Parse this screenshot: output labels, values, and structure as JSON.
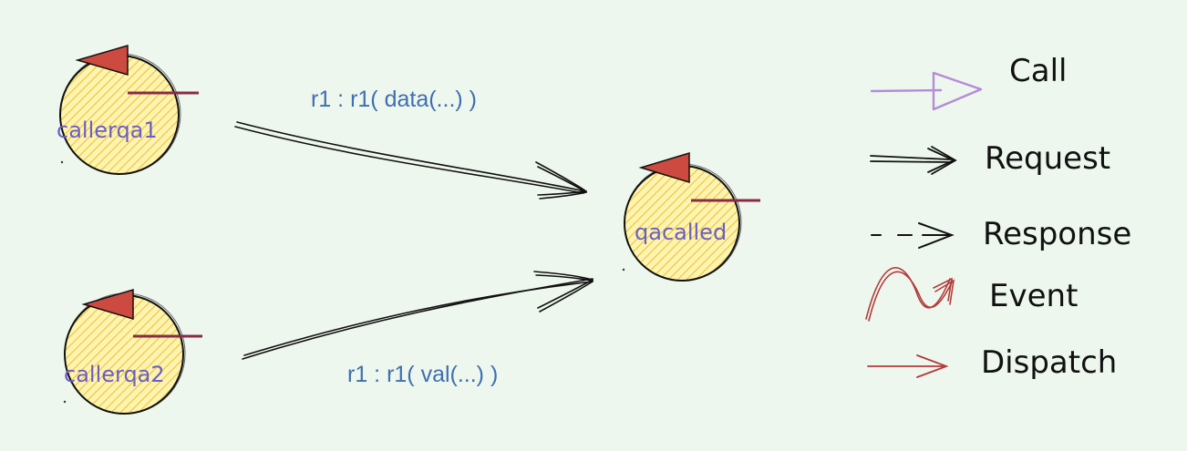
{
  "nodes": {
    "callerqa1": "callerqa1",
    "callerqa2": "callerqa2",
    "qacalled": "qacalled"
  },
  "edges": {
    "request1": "r1 : r1( data(...) )",
    "request2": "r1 : r1( val(...) )"
  },
  "legend": {
    "call": "Call",
    "request": "Request",
    "response": "Response",
    "event": "Event",
    "dispatch": "Dispatch"
  },
  "colors": {
    "background": "#eef7ee",
    "node_fill": "#fff3b0",
    "node_hatch": "#e8c53a",
    "node_flag": "#cc4a3f",
    "node_bar": "#8a2a45",
    "node_label": "#6a5fc4",
    "edge_label": "#3f6fb0",
    "call_arrow": "#b48cd8",
    "event_arrow": "#b23b3b",
    "dispatch_arrow": "#b23b3b"
  }
}
